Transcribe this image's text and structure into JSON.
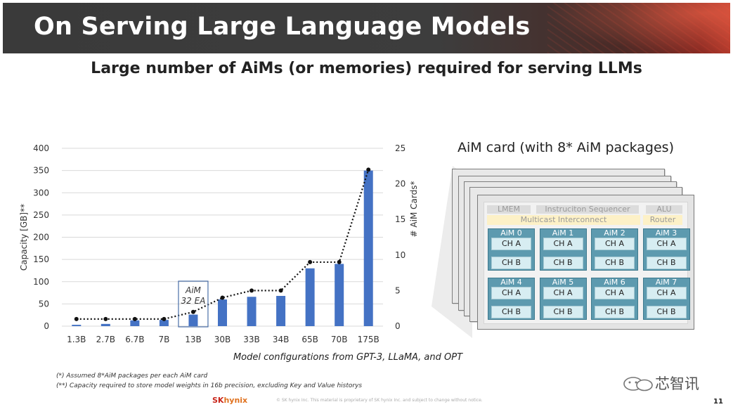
{
  "slide": {
    "title": "On Serving Large Language Models",
    "subtitle": "Large number of AiMs (or memories) required for serving LLMs",
    "page_number": "11"
  },
  "chart_data": {
    "type": "bar",
    "categories": [
      "1.3B",
      "2.7B",
      "6.7B",
      "7B",
      "13B",
      "30B",
      "33B",
      "34B",
      "65B",
      "70B",
      "175B"
    ],
    "series": [
      {
        "axis": "left",
        "kind": "bar",
        "color": "#4472c4",
        "values": [
          3,
          5,
          13,
          14,
          26,
          60,
          66,
          68,
          130,
          140,
          350
        ]
      },
      {
        "axis": "right",
        "kind": "dotted-line-markers",
        "color": "#111111",
        "values": [
          1,
          1,
          1,
          1,
          2,
          4,
          5,
          5,
          9,
          9,
          22
        ]
      }
    ],
    "ylabel": "Capacity [GB]**",
    "y2label": "# AiM Cards*",
    "xlabel": "Model configurations from GPT-3, LLaMA, and OPT",
    "ylim": [
      0,
      400
    ],
    "y2lim": [
      0,
      25
    ],
    "yticks": [
      0,
      50,
      100,
      150,
      200,
      250,
      300,
      350,
      400
    ],
    "y2ticks": [
      0,
      5,
      10,
      15,
      20,
      25
    ],
    "grid": true,
    "annotation": {
      "category": "13B",
      "lines": [
        "AiM",
        "32 EA"
      ]
    }
  },
  "aim_card": {
    "title": "AiM card (with  8* AiM packages)",
    "controls": [
      "LMEM",
      "Instruciton Sequencer",
      "ALU"
    ],
    "interconnect": "Multicast Interconnect",
    "router": "Router",
    "aims": [
      {
        "label": "AiM 0",
        "ch": [
          "CH A",
          "CH B"
        ]
      },
      {
        "label": "AiM 1",
        "ch": [
          "CH A",
          "CH B"
        ]
      },
      {
        "label": "AiM 2",
        "ch": [
          "CH A",
          "CH B"
        ]
      },
      {
        "label": "AiM 3",
        "ch": [
          "CH A",
          "CH B"
        ]
      },
      {
        "label": "AiM 4",
        "ch": [
          "CH A",
          "CH B"
        ]
      },
      {
        "label": "AiM 5",
        "ch": [
          "CH A",
          "CH B"
        ]
      },
      {
        "label": "AiM 6",
        "ch": [
          "CH A",
          "CH B"
        ]
      },
      {
        "label": "AiM 7",
        "ch": [
          "CH A",
          "CH B"
        ]
      }
    ]
  },
  "footnotes": [
    "(*) Assumed 8*AiM packages per each AiM card",
    "(**) Capacity required to store model weights in 16b precision, excluding Key and Value historys"
  ],
  "footer": {
    "logo_sk": "SK",
    "logo_hynix": "hynix",
    "copyright": "© SK hynix Inc. This material is proprietary of SK hynix Inc. and subject to change without notice."
  },
  "watermark": "芯智讯"
}
